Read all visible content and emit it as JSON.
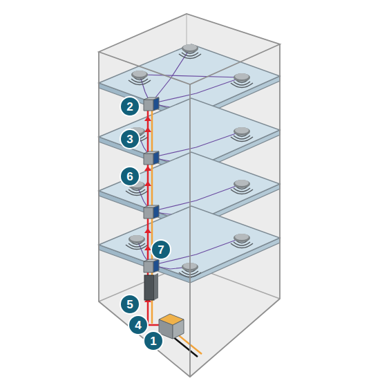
{
  "diagram": {
    "labels": [
      "2",
      "3",
      "6",
      "7",
      "5",
      "4",
      "1"
    ]
  }
}
